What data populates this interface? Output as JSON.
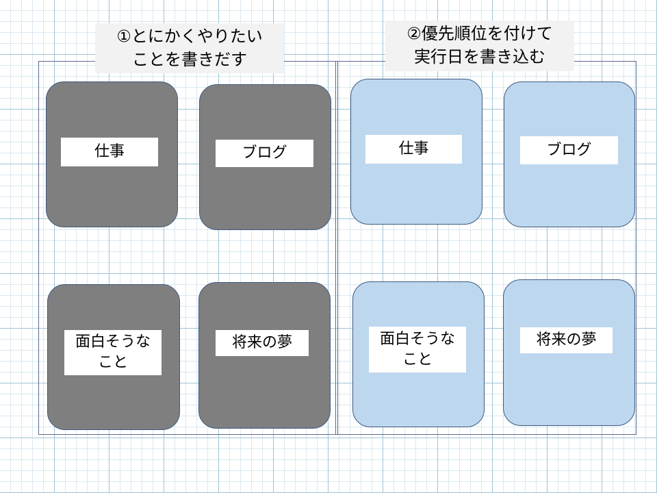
{
  "left_panel": {
    "title_lines": [
      "①とにかくやりたい",
      "ことを書きだす"
    ],
    "cards": [
      {
        "lines": [
          "仕事"
        ]
      },
      {
        "lines": [
          "ブログ"
        ]
      },
      {
        "lines": [
          "面白そうな",
          "こと"
        ]
      },
      {
        "lines": [
          "将来の夢"
        ]
      }
    ]
  },
  "right_panel": {
    "title_lines": [
      "②優先順位を付けて",
      "実行日を書き込む"
    ],
    "cards": [
      {
        "lines": [
          "仕事"
        ]
      },
      {
        "lines": [
          "ブログ"
        ]
      },
      {
        "lines": [
          "面白そうな",
          "こと"
        ]
      },
      {
        "lines": [
          "将来の夢"
        ]
      }
    ]
  },
  "colors": {
    "left_card_fill": "#7f7f7f",
    "right_card_fill": "#bdd7ee",
    "label_fill": "#ffffff",
    "title_fill": "#f2f2f2"
  }
}
